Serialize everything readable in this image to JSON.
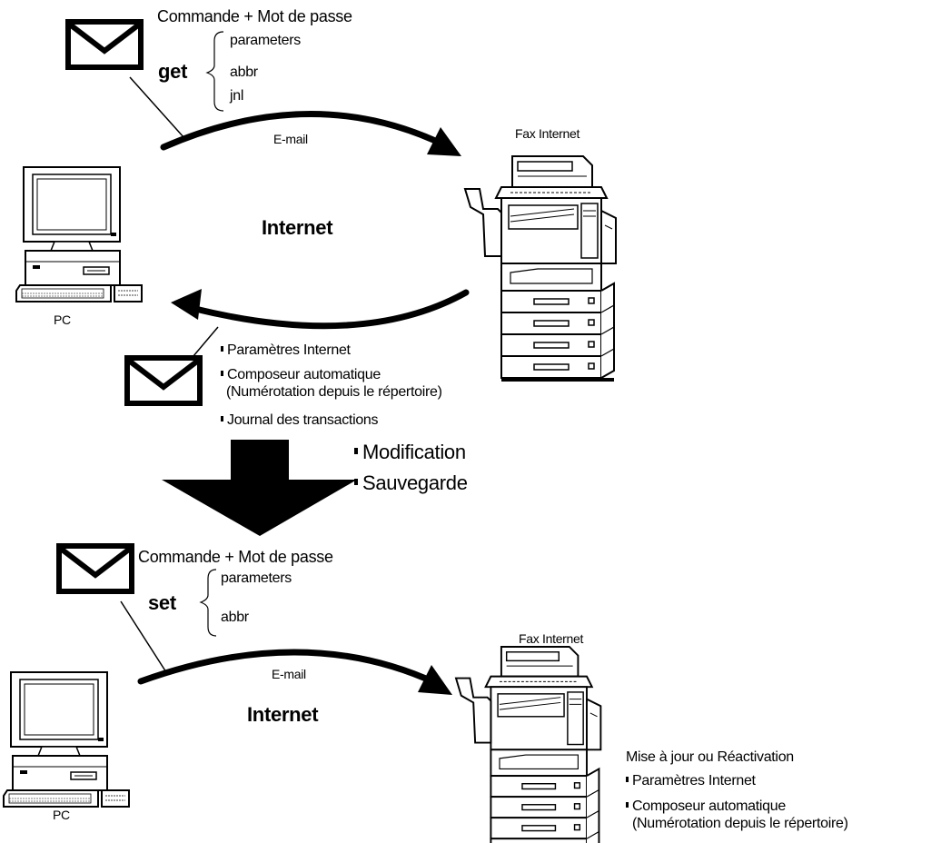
{
  "top": {
    "command_label": "Commande + Mot de passe",
    "verb": "get",
    "params": [
      "parameters",
      "abbr",
      "jnl"
    ],
    "email_label": "E-mail",
    "fax_label": "Fax Internet",
    "internet_label": "Internet",
    "pc_label": "PC"
  },
  "reply": {
    "items": [
      "Paramètres Internet",
      "Composeur automatique",
      "(Numérotation depuis le répertoire)",
      "Journal des transactions"
    ]
  },
  "middle": {
    "actions": [
      "Modification",
      "Sauvegarde"
    ]
  },
  "bottom": {
    "command_label": "Commande + Mot de passe",
    "verb": "set",
    "params": [
      "parameters",
      "abbr"
    ],
    "email_label": "E-mail",
    "fax_label": "Fax Internet",
    "internet_label": "Internet",
    "pc_label": "PC",
    "result_title": "Mise à jour ou Réactivation",
    "result_items": [
      "Paramètres Internet",
      "Composeur automatique",
      "(Numérotation depuis le répertoire)"
    ]
  }
}
